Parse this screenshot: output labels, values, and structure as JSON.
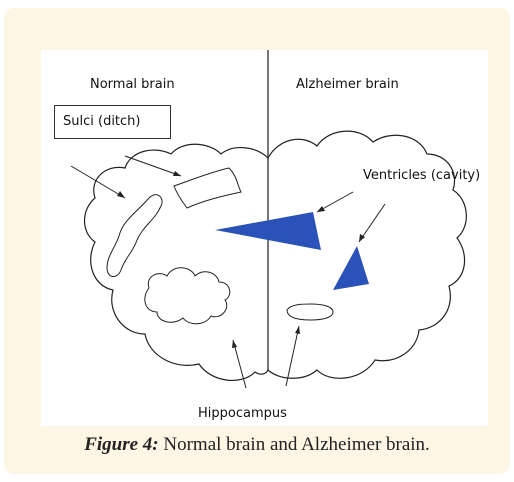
{
  "figure": {
    "label": "Figure 4:",
    "caption_text": " Normal brain and Alzheimer brain."
  },
  "diagram": {
    "left_title": "Normal brain",
    "right_title": "Alzheimer brain",
    "sulci_label": "Sulci (ditch)",
    "ventricles_label": "Ventricles (cavity)",
    "hippocampus_label": "Hippocampus"
  },
  "colors": {
    "card_background": "#fdf6e4",
    "ventricle_fill": "#2a52b8",
    "outline": "#222222",
    "divider": "#777777"
  }
}
